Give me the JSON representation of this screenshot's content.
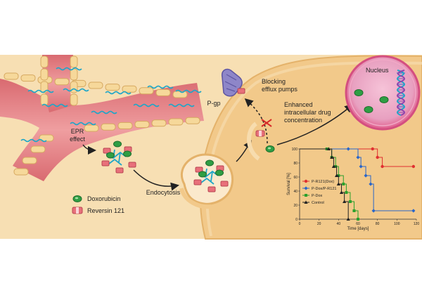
{
  "labels": {
    "epr": [
      "EPR",
      "effect"
    ],
    "endocytosis": "Endocytosis",
    "pgp": "P-gp",
    "blocking": [
      "Blocking",
      "efflux pumps"
    ],
    "enhanced": [
      "Enhanced",
      "intracellular drug",
      "concentration"
    ],
    "nucleus": "Nucleus"
  },
  "legend": {
    "doxorubicin": "Doxorubicin",
    "reversin": "Reversin 121"
  },
  "colors": {
    "background_tissue": "#f5dcae",
    "cell": "#f2c98a",
    "vessel": "#e7898c",
    "endothelial": "#f6d89a",
    "nucleus": "#e05b8a",
    "polymer": "#1fa6c8",
    "doxorubicin": "#2f9e44",
    "reversin": "#e8707a",
    "pgp": "#8e86c8"
  },
  "chart_data": {
    "type": "line",
    "step": true,
    "xlabel": "Time [days]",
    "ylabel": "Survival [%]",
    "xlim": [
      0,
      120
    ],
    "ylim": [
      0,
      100
    ],
    "xticks": [
      0,
      20,
      40,
      60,
      80,
      100,
      120
    ],
    "yticks": [
      0,
      20,
      40,
      60,
      80,
      100
    ],
    "legend_position": "left-center",
    "series": [
      {
        "name": "P-R121(Dox)",
        "color": "#e03030",
        "marker": "circle",
        "x": [
          0,
          75,
          80,
          85,
          117
        ],
        "y": [
          100,
          100,
          88,
          75,
          75
        ]
      },
      {
        "name": "P-Dox/P-R121",
        "color": "#2a66c8",
        "marker": "diamond",
        "x": [
          0,
          50,
          60,
          63,
          68,
          73,
          76,
          117
        ],
        "y": [
          100,
          100,
          88,
          75,
          62,
          50,
          12,
          12
        ]
      },
      {
        "name": "P-Dox",
        "color": "#2ca02c",
        "marker": "square",
        "x": [
          0,
          28,
          33,
          37,
          40,
          45,
          48,
          52,
          56,
          60
        ],
        "y": [
          100,
          100,
          88,
          75,
          62,
          50,
          38,
          25,
          12,
          0
        ]
      },
      {
        "name": "Control",
        "color": "#222222",
        "marker": "triangle",
        "x": [
          0,
          30,
          33,
          35,
          38,
          40,
          43,
          46,
          50
        ],
        "y": [
          100,
          100,
          88,
          75,
          62,
          50,
          38,
          25,
          0
        ]
      }
    ]
  }
}
